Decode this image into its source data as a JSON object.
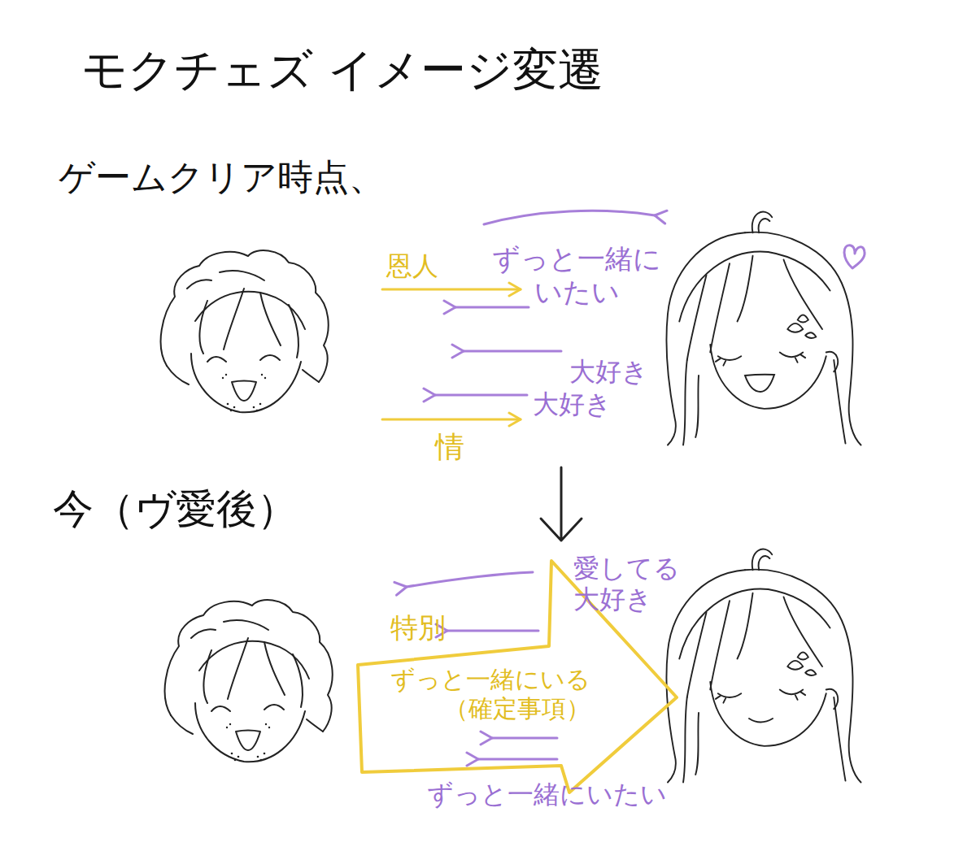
{
  "diagram": {
    "title": "モクチェズ イメージ変遷",
    "nodes": [
      {
        "text": [
          "ずっと一緒にいる （確定事項）",
          "特別"
        ]
      }
    ],
    "labels": [
      "ゲームクリア時点、",
      "今（ヴ愛後）",
      "恩人",
      "ずっと一緒に いたい",
      "大好き",
      "大好き",
      "情",
      "愛してる 大好き",
      "ずっと一緒にいたい"
    ]
  }
}
